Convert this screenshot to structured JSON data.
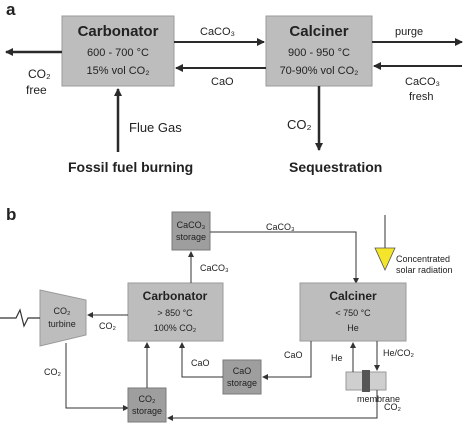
{
  "panel_a": {
    "label": "a",
    "carbonator": {
      "title": "Carbonator",
      "temp": "600 - 700 °C",
      "vol": "15% vol CO₂"
    },
    "calciner": {
      "title": "Calciner",
      "temp": "900 - 950 °C",
      "vol": "70-90% vol CO₂"
    },
    "caco3_label": "CaCO₃",
    "cao_label": "CaO",
    "purge_label": "purge",
    "co2_free_line1": "CO₂",
    "co2_free_line2": "free",
    "caco3_fresh_line1": "CaCO₃",
    "caco3_fresh_line2": "fresh",
    "flue_gas_label": "Flue Gas",
    "fossil_label": "Fossil fuel burning",
    "co2_label": "CO₂",
    "sequestration_label": "Sequestration"
  },
  "panel_b": {
    "label": "b",
    "caco3_storage_line1": "CaCO₃",
    "caco3_storage_line2": "storage",
    "caco3_top_label": "CaCO₃",
    "caco3_up_label": "CaCO₃",
    "concentrated_line1": "Concentrated",
    "concentrated_line2": "solar radiation",
    "turbine_line1": "CO₂",
    "turbine_line2": "turbine",
    "carbonator": {
      "title": "Carbonator",
      "temp": "> 850 °C",
      "vol": "100% CO₂"
    },
    "calciner": {
      "title": "Calciner",
      "temp": "< 750 °C",
      "gas": "He"
    },
    "co2_turbine_in_label": "CO₂",
    "co2_left_label": "CO₂",
    "cao_left_label": "CaO",
    "cao_right_label": "CaO",
    "cao_storage_line1": "CaO",
    "cao_storage_line2": "storage",
    "he_label": "He",
    "he_co2_label": "He/CO₂",
    "membrane_label": "membrane",
    "co2_storage_line1": "CO₂",
    "co2_storage_line2": "storage",
    "co2_bottom_label": "CO₂"
  },
  "colors": {
    "box_fill": "#bdbdbd",
    "box_stroke": "#9a9a9a",
    "storage_fill": "#9e9e9e",
    "solar_arrow": "#f5e52a",
    "line": "#2a2a2a"
  }
}
